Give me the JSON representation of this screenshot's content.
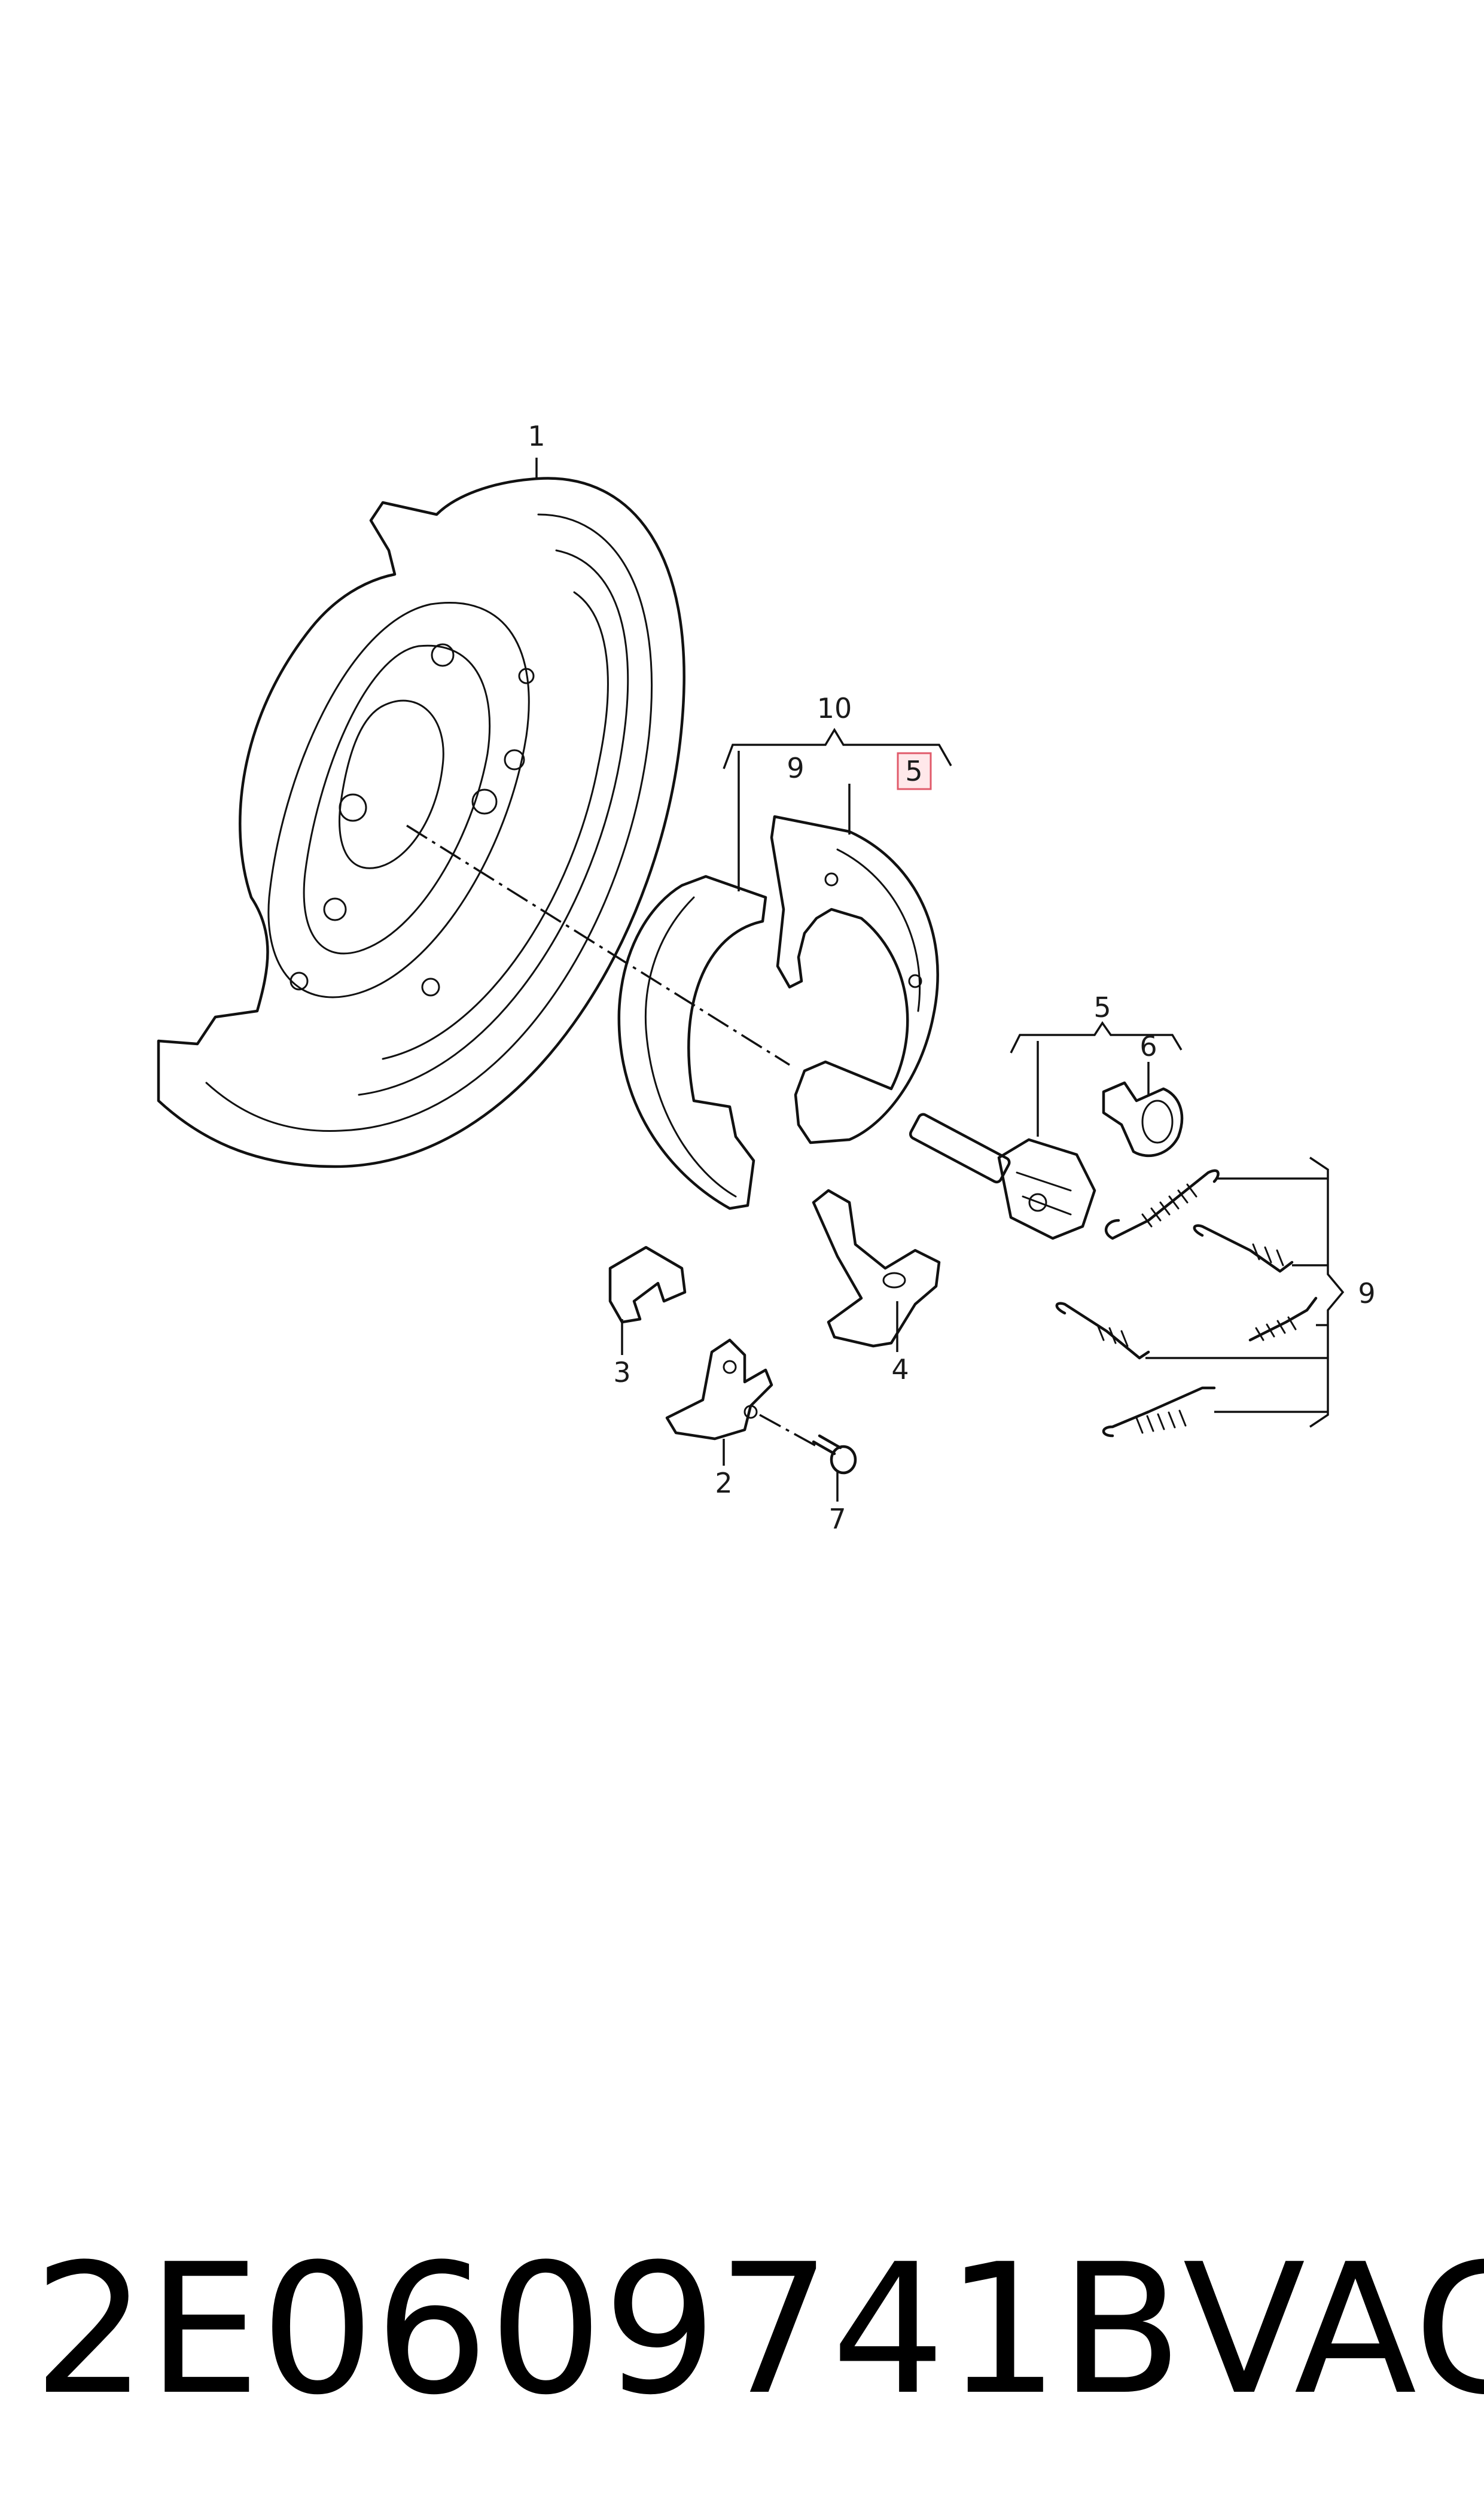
{
  "callouts": {
    "c1": "1",
    "c10": "10",
    "c9_top": "9",
    "c5_highlight": "5",
    "c5": "5",
    "c6": "6",
    "c9_right": "9",
    "c3": "3",
    "c4": "4",
    "c2": "2",
    "c7": "7"
  },
  "highlight_color": "#e05a6a",
  "caption": {
    "part_number": "2E0609741B",
    "brand": "VAG"
  }
}
